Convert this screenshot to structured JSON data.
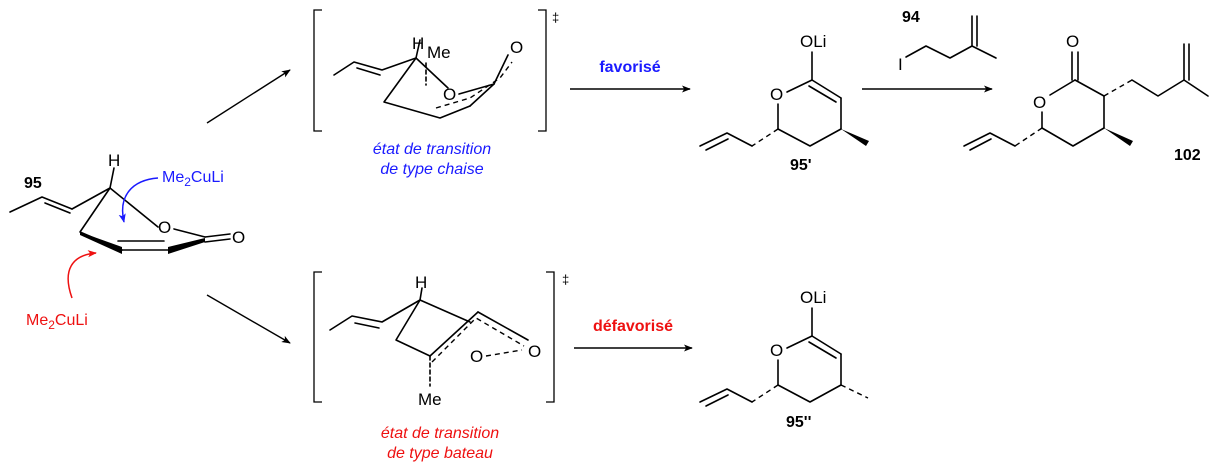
{
  "compounds": {
    "start": "95",
    "intermediate_major": "95'",
    "intermediate_minor": "95''",
    "electrophile": "94",
    "product": "102"
  },
  "atoms": {
    "H": "H",
    "O": "O",
    "Me": "Me",
    "OLi": "OLi",
    "I": "I"
  },
  "reagent": {
    "pre": "Me",
    "sub": "2",
    "post": "CuLi"
  },
  "conditions": {
    "favored": "favorisé",
    "disfavored": "défavorisé"
  },
  "transition_states": {
    "chair": {
      "line1": "état de transition",
      "line2": "de type chaise"
    },
    "boat": {
      "line1": "état de transition",
      "line2": "de type bateau"
    },
    "dagger": "‡"
  },
  "colors": {
    "chair_path": "#1a1aff",
    "boat_path": "#ee1111",
    "text": "#000000"
  }
}
